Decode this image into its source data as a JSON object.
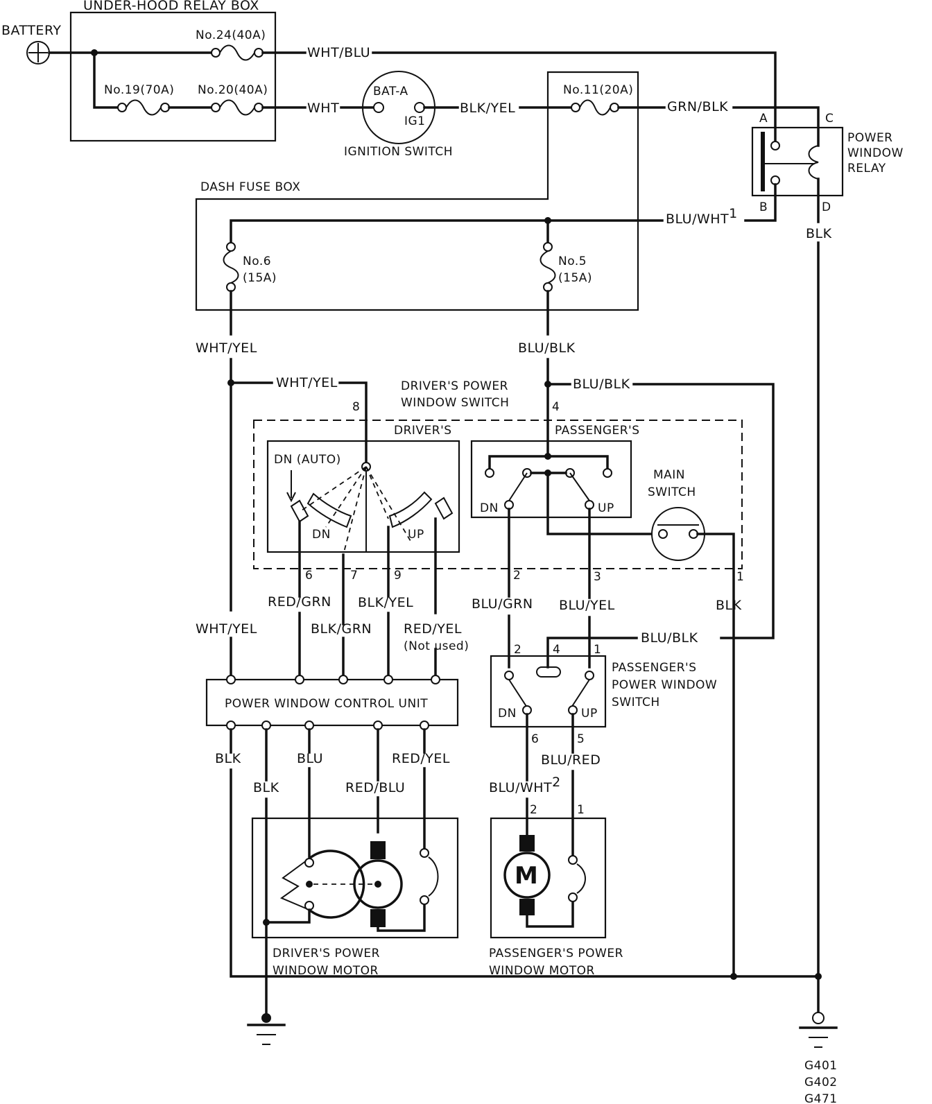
{
  "source": {
    "label": "BATTERY"
  },
  "relay_box": {
    "title": "UNDER-HOOD RELAY BOX",
    "fuse_24": "No.24(40A)",
    "fuse_19": "No.19(70A)",
    "fuse_20": "No.20(40A)"
  },
  "ignition": {
    "title": "IGNITION SWITCH",
    "terminal_bat": "BAT-A",
    "terminal_ig": "IG1"
  },
  "dash_fuse_box": {
    "title": "DASH FUSE BOX",
    "fuse_11": "No.11(20A)",
    "fuse_6_num": "No.6",
    "fuse_6_rating": "(15A)",
    "fuse_5_num": "No.5",
    "fuse_5_rating": "(15A)"
  },
  "relay": {
    "title_line1": "POWER",
    "title_line2": "WINDOW",
    "title_line3": "RELAY",
    "term_a": "A",
    "term_b": "B",
    "term_c": "C",
    "term_d": "D"
  },
  "wires": {
    "wht_blu": "WHT/BLU",
    "wht": "WHT",
    "blk_yel_ign": "BLK/YEL",
    "grn_blk": "GRN/BLK",
    "blu_wht_1": "BLU/WHT",
    "blu_wht_1_sup": "1",
    "blk_relay": "BLK",
    "wht_yel_a": "WHT/YEL",
    "blu_blk_a": "BLU/BLK",
    "wht_yel_b": "WHT/YEL",
    "blu_blk_b": "BLU/BLK",
    "red_grn": "RED/GRN",
    "blk_grn": "BLK/GRN",
    "blk_yel": "BLK/YEL",
    "red_yel_top": "RED/YEL",
    "not_used": "(Not used)",
    "wht_yel_c": "WHT/YEL",
    "blu_grn": "BLU/GRN",
    "blu_yel": "BLU/YEL",
    "blk_main": "BLK",
    "blu_blk_c": "BLU/BLK",
    "blk_unit1": "BLK",
    "blu": "BLU",
    "red_yel_bot": "RED/YEL",
    "blk_unit2": "BLK",
    "red_blu": "RED/BLU",
    "blu_red": "BLU/RED",
    "blu_wht_2": "BLU/WHT",
    "blu_wht_2_sup": "2"
  },
  "driver_switch": {
    "title_line1": "DRIVER'S POWER",
    "title_line2": "WINDOW SWITCH",
    "drivers": "DRIVER'S",
    "passengers": "PASSENGER'S",
    "dn_auto": "DN (AUTO)",
    "dn": "DN",
    "up": "UP",
    "p_dn": "DN",
    "p_up": "UP",
    "main_line1": "MAIN",
    "main_line2": "SWITCH",
    "pin8": "8",
    "pin4": "4",
    "pin6": "6",
    "pin7": "7",
    "pin9": "9",
    "pin2": "2",
    "pin3": "3",
    "pin1": "1"
  },
  "control_unit": {
    "title": "POWER WINDOW CONTROL UNIT"
  },
  "passenger_switch": {
    "title_line1": "PASSENGER'S",
    "title_line2": "POWER WINDOW",
    "title_line3": "SWITCH",
    "dn": "DN",
    "up": "UP",
    "pin2": "2",
    "pin4": "4",
    "pin1": "1",
    "pin6": "6",
    "pin5": "5"
  },
  "driver_motor": {
    "title_line1": "DRIVER'S POWER",
    "title_line2": "WINDOW MOTOR"
  },
  "passenger_motor": {
    "title_line1": "PASSENGER'S POWER",
    "title_line2": "WINDOW MOTOR",
    "motor_letter": "M",
    "pin2": "2",
    "pin1": "1"
  },
  "ground": {
    "g1": "G401",
    "g2": "G402",
    "g3": "G471"
  }
}
